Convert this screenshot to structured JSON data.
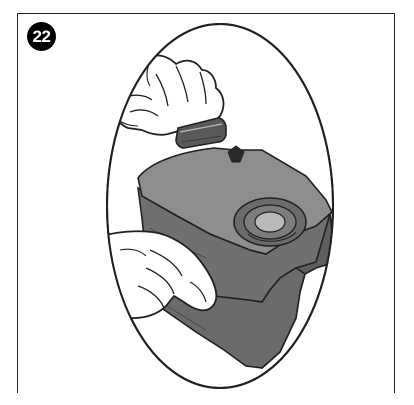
{
  "step": {
    "number": "22"
  },
  "colors": {
    "line": "#231f20",
    "tank_top": "#8d8e90",
    "tank_front": "#6f7072",
    "tank_side": "#5d5e60",
    "hand_fill": "#ffffff"
  },
  "icons": {
    "badge": "step-number-badge",
    "illustration": "water-tank-cap-illustration"
  }
}
